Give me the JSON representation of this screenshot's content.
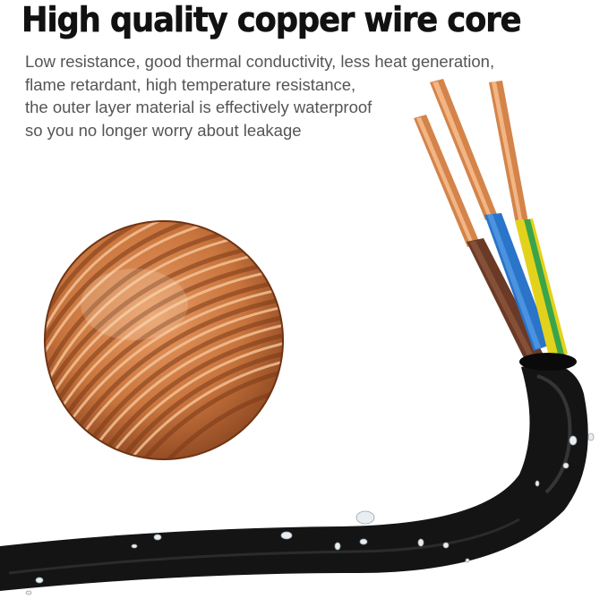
{
  "headline": "High quality copper wire core",
  "description_lines": [
    "Low resistance, good thermal conductivity, less heat generation,",
    "flame retardant, high temperature resistance,",
    "the outer layer material is effectively waterproof",
    "so you no longer worry about leakage"
  ],
  "colors": {
    "copper": "#c8743d",
    "copper_light": "#f4b98a",
    "copper_dark": "#7a3a16",
    "jacket_black": "#141414",
    "wire_brown": "#6b3a26",
    "wire_blue": "#2a74c9",
    "wire_yellow": "#e3d21c",
    "wire_green": "#3aa44a",
    "text_headline": "#111111",
    "text_body": "#555555"
  },
  "icons": [
    "copper-coil-icon",
    "cable-icon",
    "water-drop-icon"
  ]
}
